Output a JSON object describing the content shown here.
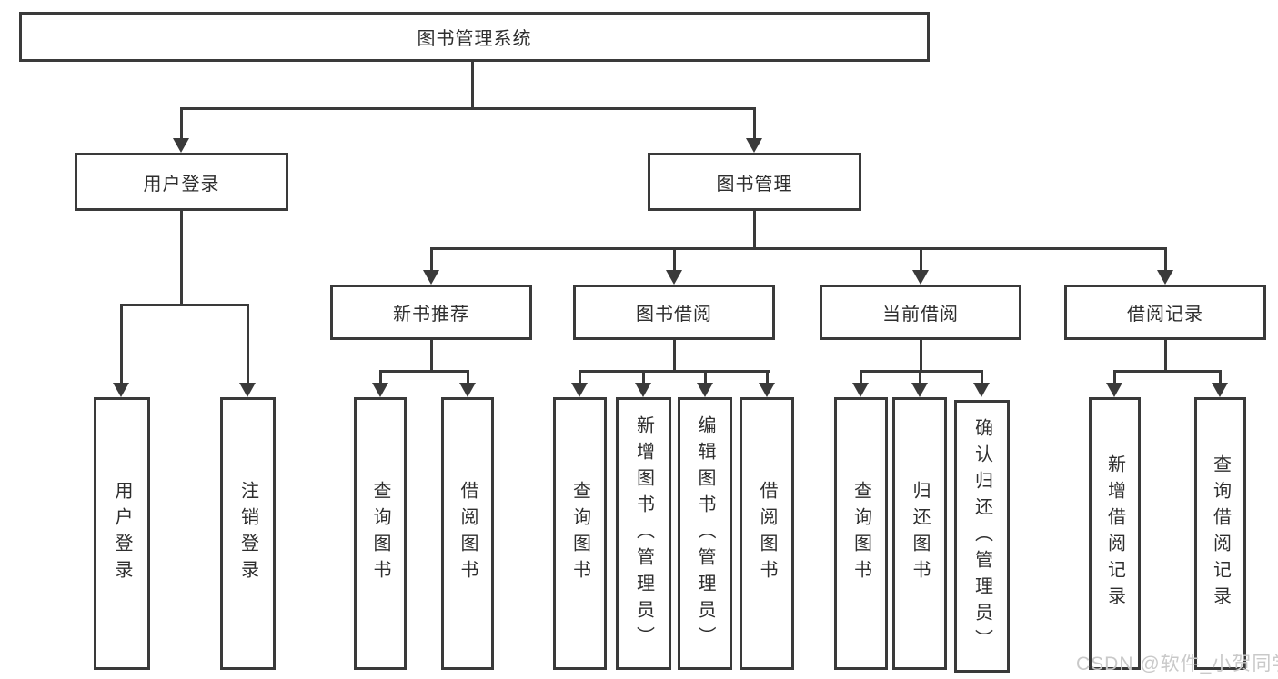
{
  "diagram": {
    "root": "图书管理系统",
    "children": [
      {
        "label": "用户登录",
        "children": [
          {
            "label": "用户登录"
          },
          {
            "label": "注销登录"
          }
        ]
      },
      {
        "label": "图书管理",
        "children": [
          {
            "label": "新书推荐",
            "children": [
              {
                "label": "查询图书"
              },
              {
                "label": "借阅图书"
              }
            ]
          },
          {
            "label": "图书借阅",
            "children": [
              {
                "label": "查询图书"
              },
              {
                "label": "新增图书（管理员）"
              },
              {
                "label": "编辑图书（管理员）"
              },
              {
                "label": "借阅图书"
              }
            ]
          },
          {
            "label": "当前借阅",
            "children": [
              {
                "label": "查询图书"
              },
              {
                "label": "归还图书"
              },
              {
                "label": "确认归还（管理员）"
              }
            ]
          },
          {
            "label": "借阅记录",
            "children": [
              {
                "label": "新增借阅记录"
              },
              {
                "label": "查询借阅记录"
              }
            ]
          }
        ]
      }
    ]
  },
  "watermark": {
    "text": "CSDN @软件_小贺同学"
  },
  "colors": {
    "line": "#3a3a3a",
    "text": "#2e2e2e",
    "background": "#ffffff",
    "watermark": "#c9c9c9"
  }
}
